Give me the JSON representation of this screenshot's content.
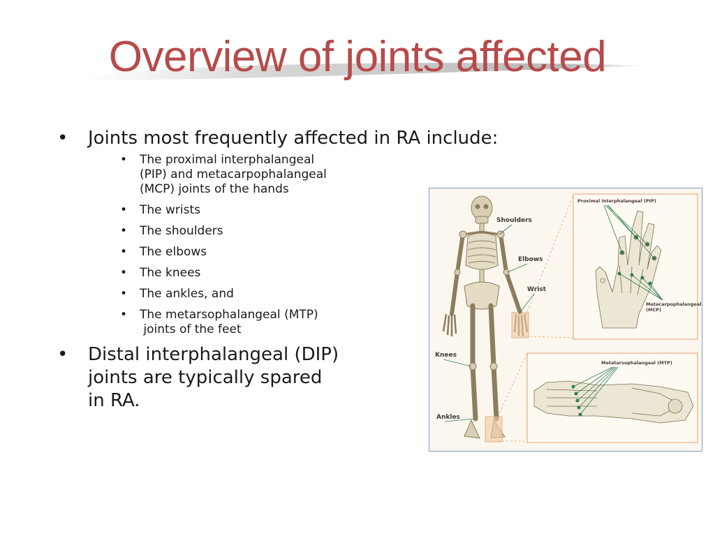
{
  "slide": {
    "title": "Overview of joints affected",
    "bullet_glyph": "•",
    "bullets": [
      {
        "lines": [
          "Joints most frequently affected in RA include:"
        ],
        "sub": [
          {
            "lines": [
              "The proximal interphalangeal",
              "(PIP) and metacarpophalangeal",
              "(MCP) joints of the hands"
            ]
          },
          {
            "lines": [
              "The wrists"
            ]
          },
          {
            "lines": [
              "The shoulders"
            ]
          },
          {
            "lines": [
              "The elbows"
            ]
          },
          {
            "lines": [
              "The knees"
            ]
          },
          {
            "lines": [
              "The ankles, and"
            ]
          },
          {
            "lines": [
              "The metarsophalangeal (MTP)",
              " joints of the feet"
            ]
          }
        ]
      },
      {
        "lines": [
          "Distal interphalangeal (DIP)",
          "joints are typically spared",
          "in RA."
        ]
      }
    ]
  },
  "figure": {
    "labels": {
      "shoulders": "Shoulders",
      "elbows": "Elbows",
      "wrist": "Wrist",
      "knees": "Knees",
      "ankles": "Ankles",
      "pip": "Proximal interphalangeal (PIP)",
      "mcp_line1": "Metacarpophalangeal",
      "mcp_line2": "(MCP)",
      "mtp": "Metatarsophalangeal (MTP)"
    },
    "colors": {
      "title": "#b74a4a",
      "bone": "#d9cfb4",
      "bone_outline": "#8c7d5e",
      "pointer": "#2e7d4f",
      "inset_border": "#e0a070",
      "highlight": "#f1c9a3",
      "frame": "#7a9cc4"
    }
  }
}
